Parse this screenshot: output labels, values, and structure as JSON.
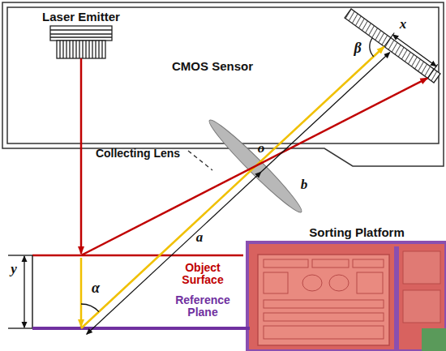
{
  "diagram": {
    "labels": [
      "Laser Emitter",
      "CMOS Sensor",
      "β",
      "x",
      "Collecting Lens",
      "o",
      "b",
      "a",
      "Sorting Platform",
      "y",
      "Object Surface",
      "Reference Plane",
      "α"
    ]
  }
}
